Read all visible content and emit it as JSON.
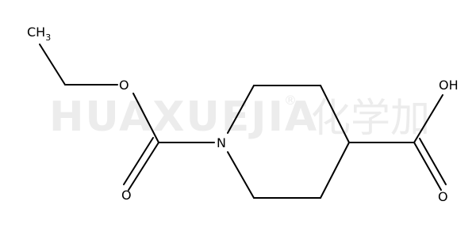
{
  "watermark": {
    "latin": "HUAXUEJIA",
    "registered": "®",
    "cjk": "化学加"
  },
  "atoms": {
    "methyl_main": "CH",
    "methyl_sub": "3",
    "ester_o": "O",
    "ring_n": "N",
    "carbonyl_o": "O",
    "acid_oh": "OH",
    "acid_o": "O"
  },
  "colors": {
    "bond": "#000000",
    "watermark": "#ececec",
    "background": "#ffffff"
  }
}
